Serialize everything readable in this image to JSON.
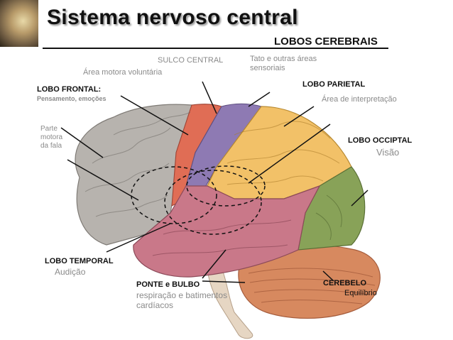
{
  "header": {
    "title": "Sistema nervoso central",
    "subtitle": "LOBOS CEREBRAIS"
  },
  "labels": {
    "sulco_central": "SULCO CENTRAL",
    "tato": "Tato e outras áreas sensoriais",
    "area_motora": "Área motora voluntária",
    "lobo_frontal": "LOBO FRONTAL:",
    "lobo_frontal_desc": "Pensamento, emoções",
    "lobo_parietal": "LOBO PARIETAL",
    "lobo_parietal_desc": "Área de interpretação",
    "parte_motora": "Parte motora da fala",
    "lobo_occipital": "LOBO OCCIPTAL",
    "lobo_occipital_desc": "Visão",
    "lobo_temporal": "LOBO TEMPORAL",
    "lobo_temporal_desc": "Audição",
    "ponte_bulbo": "PONTE e BULBO",
    "ponte_bulbo_desc": "respiração e batimentos cardíacos",
    "cerebelo": "CEREBELO",
    "cerebelo_desc": "Equilíbrio"
  },
  "colors": {
    "frontal": "#b9b5b0",
    "motor": "#e0735a",
    "sensory": "#8f7cb5",
    "parietal": "#f2c26a",
    "occipital": "#8aa35a",
    "temporal": "#c97a8a",
    "cerebellum": "#d88a63",
    "brainstem": "#e9d9c9"
  }
}
